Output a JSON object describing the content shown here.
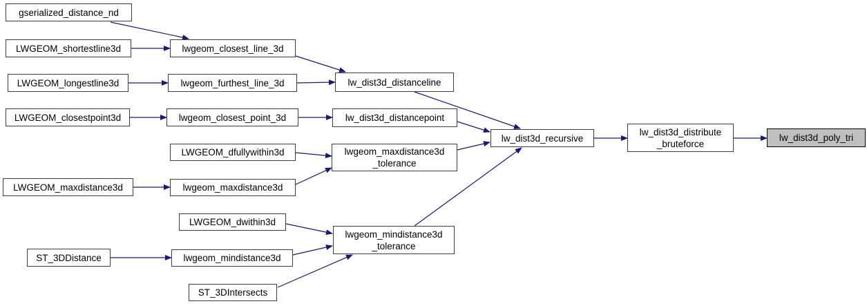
{
  "graph": {
    "type": "doxygen-call-graph",
    "background_color": "#ffffff",
    "edge_color": "#191970",
    "node_border_color": "#3c3c3c",
    "highlight_fill_color": "#bfbfbf",
    "highlighted_node": "lw_dist3d_poly_tri",
    "nodes": [
      {
        "id": "gserialized_distance_nd",
        "label": "gserialized_distance_nd"
      },
      {
        "id": "LWGEOM_shortestline3d",
        "label": "LWGEOM_shortestline3d"
      },
      {
        "id": "LWGEOM_longestline3d",
        "label": "LWGEOM_longestline3d"
      },
      {
        "id": "LWGEOM_closestpoint3d",
        "label": "LWGEOM_closestpoint3d"
      },
      {
        "id": "LWGEOM_maxdistance3d",
        "label": "LWGEOM_maxdistance3d"
      },
      {
        "id": "ST_3DDistance",
        "label": "ST_3DDistance"
      },
      {
        "id": "lwgeom_closest_line_3d",
        "label": "lwgeom_closest_line_3d"
      },
      {
        "id": "lwgeom_furthest_line_3d",
        "label": "lwgeom_furthest_line_3d"
      },
      {
        "id": "lwgeom_closest_point_3d",
        "label": "lwgeom_closest_point_3d"
      },
      {
        "id": "LWGEOM_dfullywithin3d",
        "label": "LWGEOM_dfullywithin3d"
      },
      {
        "id": "lwgeom_maxdistance3d",
        "label": "lwgeom_maxdistance3d"
      },
      {
        "id": "LWGEOM_dwithin3d",
        "label": "LWGEOM_dwithin3d"
      },
      {
        "id": "lwgeom_mindistance3d",
        "label": "lwgeom_mindistance3d"
      },
      {
        "id": "ST_3DIntersects",
        "label": "ST_3DIntersects"
      },
      {
        "id": "lw_dist3d_distanceline",
        "label": "lw_dist3d_distanceline"
      },
      {
        "id": "lw_dist3d_distancepoint",
        "label": "lw_dist3d_distancepoint"
      },
      {
        "id": "lwgeom_maxdistance3d_tolerance",
        "label": "lwgeom_maxdistance3d\n_tolerance"
      },
      {
        "id": "lwgeom_mindistance3d_tolerance",
        "label": "lwgeom_mindistance3d\n_tolerance"
      },
      {
        "id": "lw_dist3d_recursive",
        "label": "lw_dist3d_recursive"
      },
      {
        "id": "lw_dist3d_distribute_bruteforce",
        "label": "lw_dist3d_distribute\n_bruteforce"
      },
      {
        "id": "lw_dist3d_poly_tri",
        "label": "lw_dist3d_poly_tri"
      }
    ],
    "edges": [
      {
        "from": "gserialized_distance_nd",
        "to": "lwgeom_closest_line_3d"
      },
      {
        "from": "LWGEOM_shortestline3d",
        "to": "lwgeom_closest_line_3d"
      },
      {
        "from": "LWGEOM_longestline3d",
        "to": "lwgeom_furthest_line_3d"
      },
      {
        "from": "lwgeom_closest_line_3d",
        "to": "lw_dist3d_distanceline"
      },
      {
        "from": "lwgeom_furthest_line_3d",
        "to": "lw_dist3d_distanceline"
      },
      {
        "from": "LWGEOM_closestpoint3d",
        "to": "lwgeom_closest_point_3d"
      },
      {
        "from": "lwgeom_closest_point_3d",
        "to": "lw_dist3d_distancepoint"
      },
      {
        "from": "LWGEOM_dfullywithin3d",
        "to": "lwgeom_maxdistance3d_tolerance"
      },
      {
        "from": "LWGEOM_maxdistance3d",
        "to": "lwgeom_maxdistance3d"
      },
      {
        "from": "lwgeom_maxdistance3d",
        "to": "lwgeom_maxdistance3d_tolerance"
      },
      {
        "from": "lw_dist3d_distanceline",
        "to": "lw_dist3d_recursive"
      },
      {
        "from": "lw_dist3d_distancepoint",
        "to": "lw_dist3d_recursive"
      },
      {
        "from": "lwgeom_maxdistance3d_tolerance",
        "to": "lw_dist3d_recursive"
      },
      {
        "from": "lwgeom_mindistance3d_tolerance",
        "to": "lw_dist3d_recursive"
      },
      {
        "from": "lw_dist3d_recursive",
        "to": "lw_dist3d_distribute_bruteforce"
      },
      {
        "from": "lw_dist3d_distribute_bruteforce",
        "to": "lw_dist3d_poly_tri"
      },
      {
        "from": "LWGEOM_dwithin3d",
        "to": "lwgeom_mindistance3d_tolerance"
      },
      {
        "from": "ST_3DDistance",
        "to": "lwgeom_mindistance3d"
      },
      {
        "from": "lwgeom_mindistance3d",
        "to": "lwgeom_mindistance3d_tolerance"
      },
      {
        "from": "ST_3DIntersects",
        "to": "lwgeom_mindistance3d_tolerance"
      }
    ]
  }
}
